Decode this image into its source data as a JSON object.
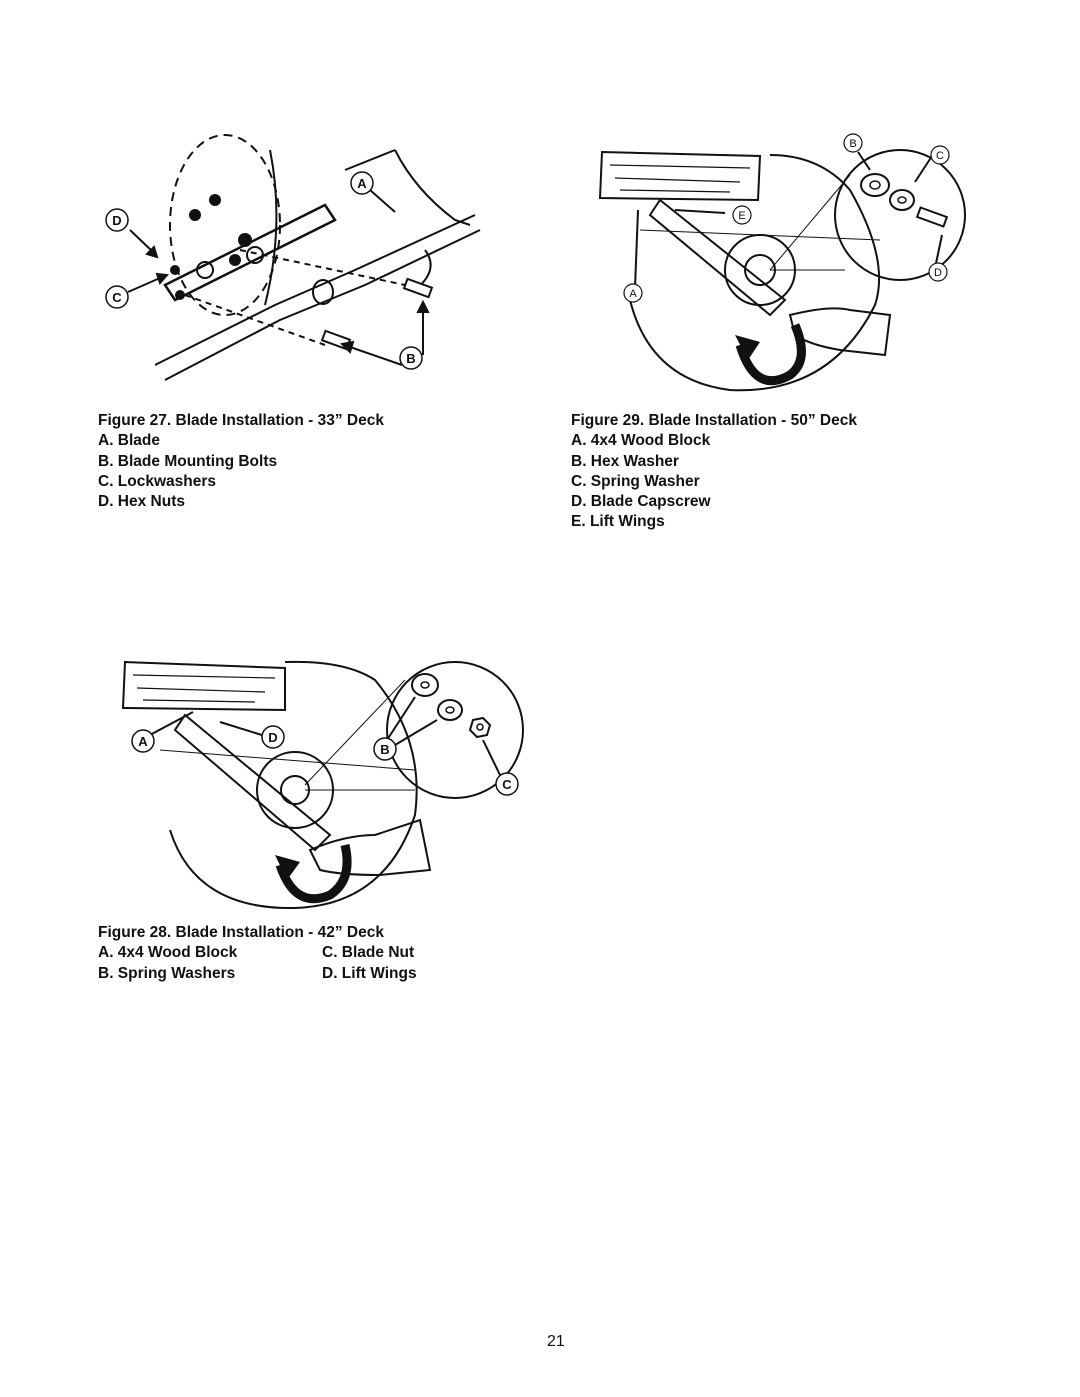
{
  "fig27": {
    "title": "Figure 27.  Blade Installation - 33” Deck",
    "items": [
      "A.  Blade",
      "B.  Blade Mounting Bolts",
      "C.  Lockwashers",
      "D.  Hex Nuts"
    ],
    "callouts": {
      "a": "A",
      "b": "B",
      "c": "C",
      "d": "D"
    }
  },
  "fig29": {
    "title": "Figure 29.  Blade Installation - 50” Deck",
    "items": [
      "A.  4x4 Wood Block",
      "B.  Hex Washer",
      "C.  Spring Washer",
      "D.  Blade Capscrew",
      "E.  Lift Wings"
    ],
    "callouts": {
      "a": "A",
      "b": "B",
      "c": "C",
      "d": "D",
      "e": "E"
    }
  },
  "fig28": {
    "title": "Figure 28.  Blade Installation - 42” Deck",
    "items": [
      "A.  4x4 Wood Block",
      "C.  Blade Nut",
      "B.  Spring Washers",
      "D.  Lift Wings"
    ],
    "callouts": {
      "a": "A",
      "b": "B",
      "c": "C",
      "d": "D"
    }
  },
  "page_number": "21"
}
